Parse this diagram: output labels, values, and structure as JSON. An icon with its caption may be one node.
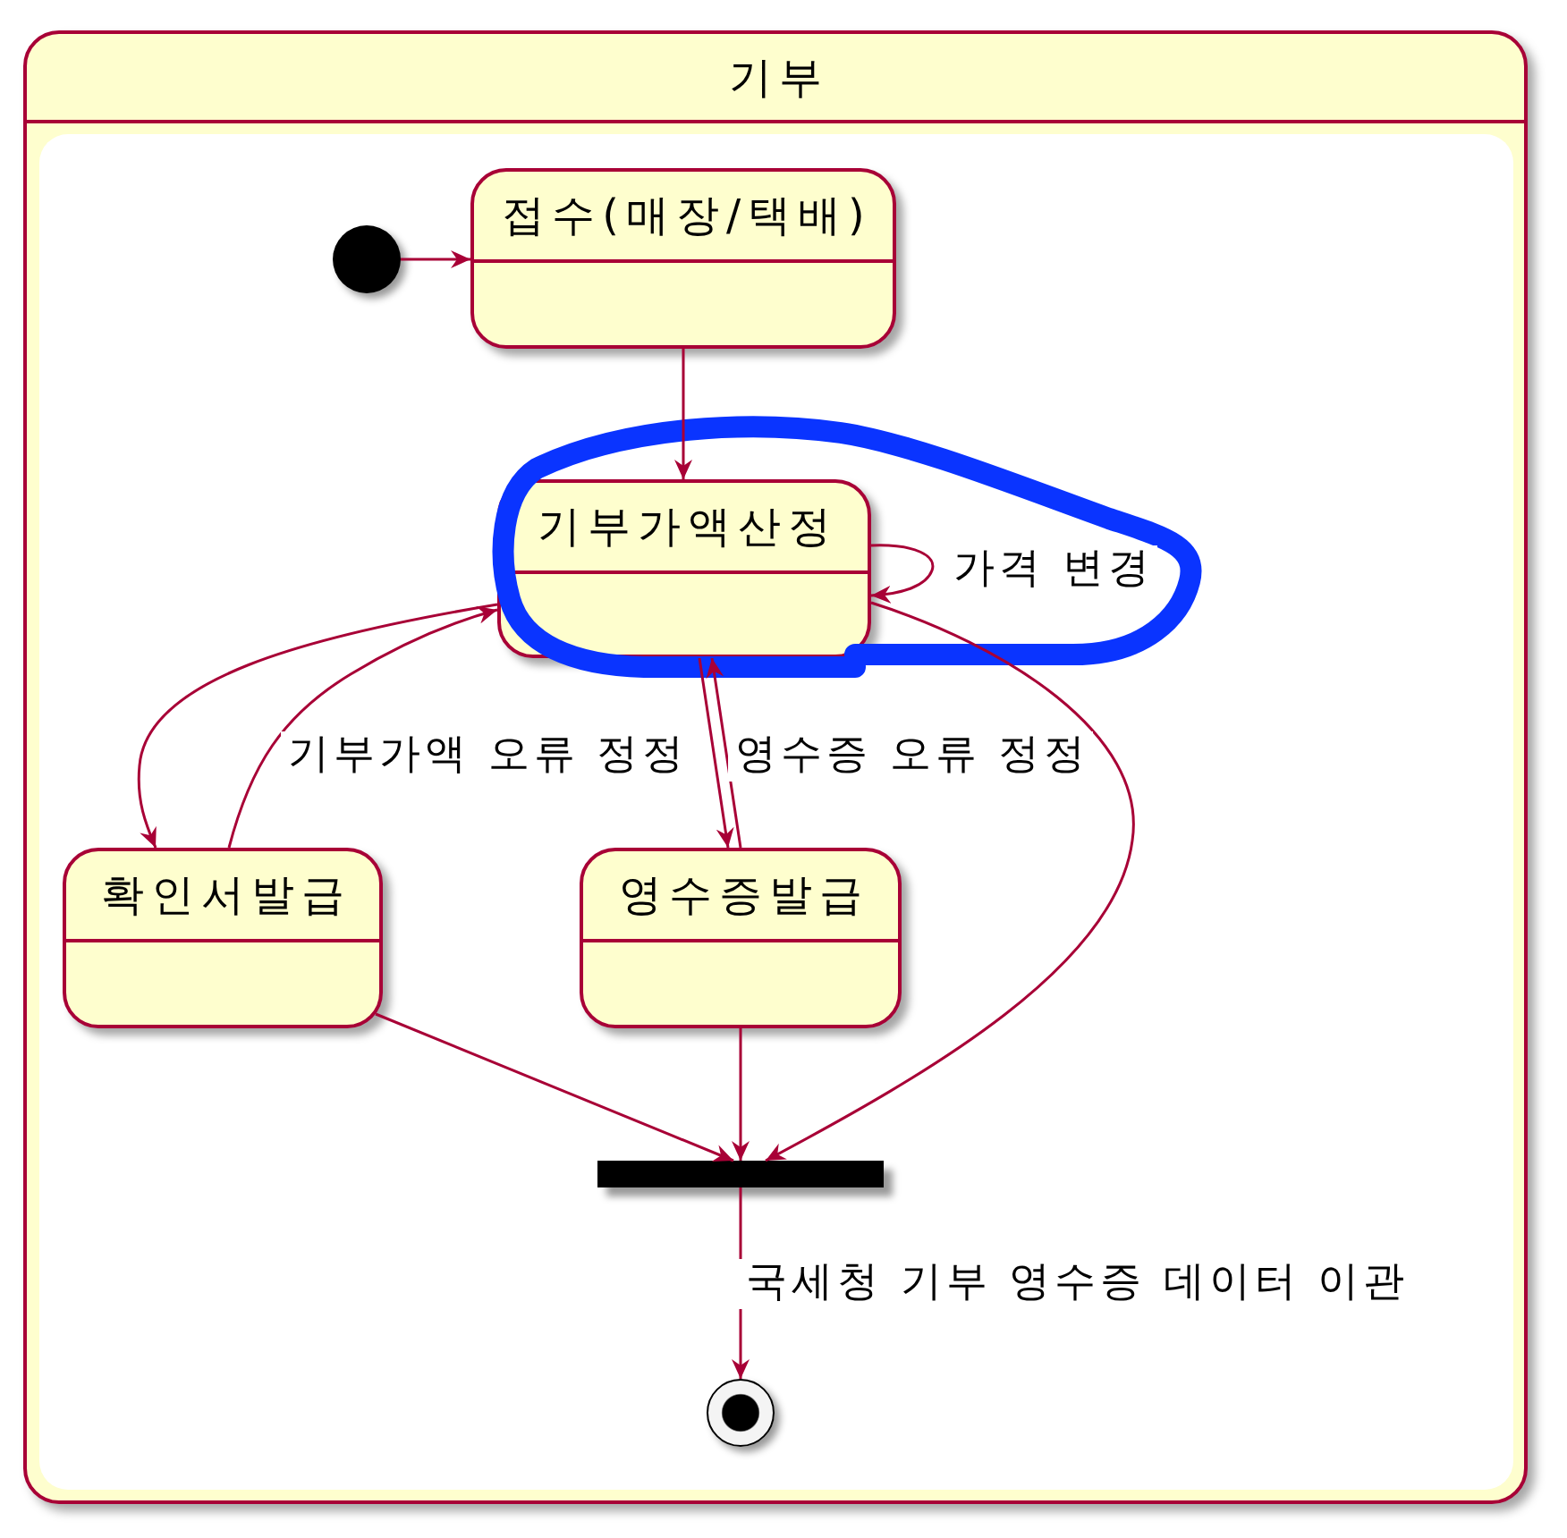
{
  "diagram": {
    "nodes": [
      {
        "text": [
          "기부"
        ]
      },
      {
        "text": [],
        "shape": "circle",
        "in": 0
      },
      {
        "text": [
          "접수(매장/택배)"
        ],
        "in": 0
      },
      {
        "text": [
          "기부가액산정"
        ],
        "in": 0
      },
      {
        "text": [
          "확인서발급"
        ],
        "in": 0
      },
      {
        "text": [
          "영수증발급"
        ],
        "in": 0
      },
      {
        "text": [],
        "shape": "bar",
        "in": 0
      },
      {
        "text": [],
        "shape": "circle",
        "in": 0
      }
    ],
    "edges": [
      {
        "from": 1,
        "to": 2,
        "arrow": "to"
      },
      {
        "from": 2,
        "to": 3,
        "arrow": "to"
      },
      {
        "from": 3,
        "to": 3,
        "arrow": "to",
        "label": "가격 변경"
      },
      {
        "from": 3,
        "to": 4,
        "arrow": "to"
      },
      {
        "from": 4,
        "to": 3,
        "arrow": "to",
        "label": "기부가액 오류 정정"
      },
      {
        "from": 3,
        "to": 5,
        "arrow": "to"
      },
      {
        "from": 5,
        "to": 3,
        "arrow": "to",
        "label": "영수증 오류 정정"
      },
      {
        "from": 3,
        "to": 6,
        "arrow": "to"
      },
      {
        "from": 4,
        "to": 6,
        "arrow": "to"
      },
      {
        "from": 5,
        "to": 6,
        "arrow": "to"
      },
      {
        "from": 6,
        "to": 7,
        "arrow": "to",
        "label": "국세청 기부 영수증 데이터 이관"
      }
    ]
  }
}
